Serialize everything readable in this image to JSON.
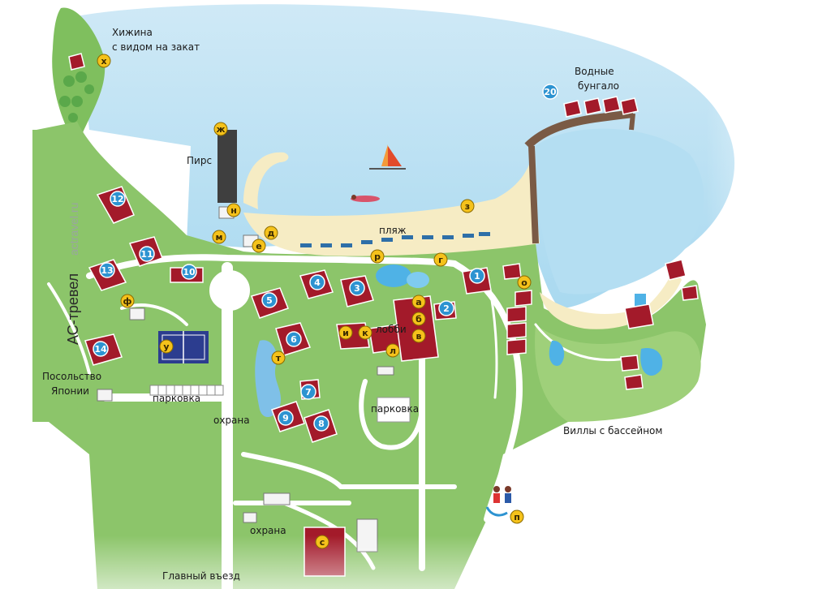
{
  "labels": {
    "sunset_hut_line1": "Хижина",
    "sunset_hut_line2": "с видом на закат",
    "water_bungalows_line1": "Водные",
    "water_bungalows_line2": "бунгало",
    "pier": "Пирс",
    "beach": "пляж",
    "lobby": "лобби",
    "parking_left": "парковка",
    "parking_center": "парковка",
    "security_upper": "охрана",
    "security_lower": "охрана",
    "embassy_line1": "Посольство",
    "embassy_line2": "Японии",
    "pool_villas": "Виллы с бассейном",
    "main_entrance": "Главный въезд"
  },
  "watermark": {
    "brand": "АС-тревел",
    "site": "actravel.ru"
  },
  "numbered_markers": [
    "1",
    "2",
    "3",
    "4",
    "5",
    "6",
    "7",
    "8",
    "9",
    "10",
    "11",
    "12",
    "13",
    "14",
    "20"
  ],
  "letter_markers": [
    "а",
    "б",
    "в",
    "г",
    "д",
    "е",
    "ж",
    "з",
    "и",
    "к",
    "л",
    "м",
    "н",
    "о",
    "п",
    "р",
    "с",
    "т",
    "у",
    "ф",
    "х"
  ],
  "colors": {
    "sea": "#bfe3f4",
    "land": "#8cc56a",
    "land_light": "#a9d486",
    "sand": "#f6ecc4",
    "path": "#ffffff",
    "roof": "#a31a2a",
    "number_badge": "#2d93d1",
    "letter_badge": "#f5c21b"
  }
}
